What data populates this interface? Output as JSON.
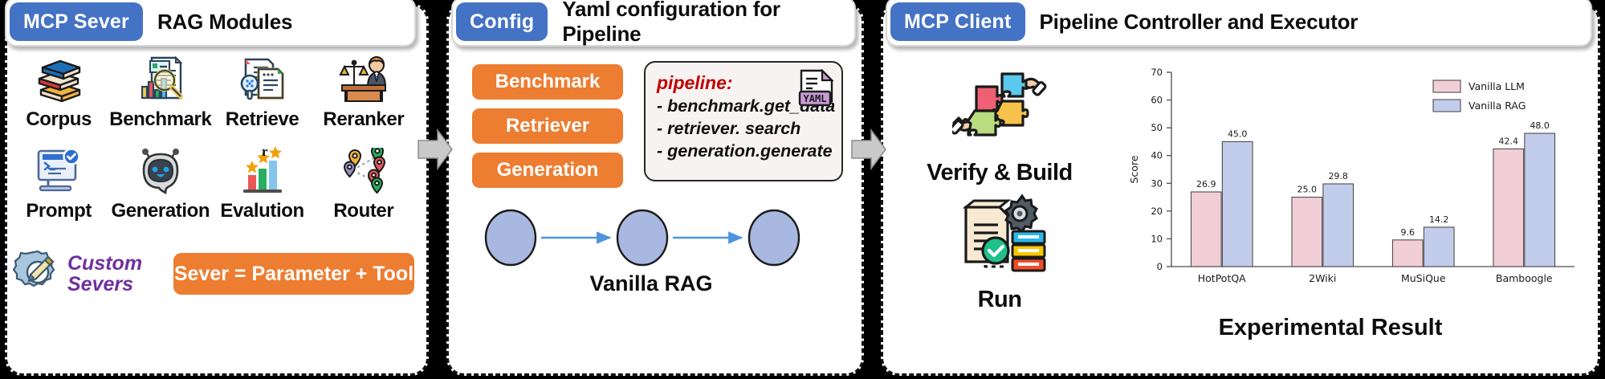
{
  "panels": {
    "server": {
      "badge": "MCP Sever",
      "title": "RAG Modules",
      "modules": [
        {
          "label": "Corpus",
          "icon": "books-icon"
        },
        {
          "label": "Benchmark",
          "icon": "document-magnifier-chart-icon"
        },
        {
          "label": "Retrieve",
          "icon": "documents-search-icon"
        },
        {
          "label": "Reranker",
          "icon": "judge-scales-icon"
        },
        {
          "label": "Prompt",
          "icon": "terminal-screen-check-icon"
        },
        {
          "label": "Generation",
          "icon": "robot-icon"
        },
        {
          "label": "Evalution",
          "icon": "bar-chart-stars-icon"
        },
        {
          "label": "Router",
          "icon": "map-pins-network-icon"
        }
      ],
      "custom_line1": "Custom",
      "custom_line2": "Severs",
      "custom_icon": "gear-pencil-icon",
      "equation": "Sever = Parameter + Tool"
    },
    "config": {
      "badge": "Config",
      "title": "Yaml configuration for Pipeline",
      "chips": [
        "Benchmark",
        "Retriever",
        "Generation"
      ],
      "yaml": {
        "head": "pipeline:",
        "lines": [
          "- benchmark.get_data",
          "- retriever. search",
          "- generation.generate"
        ],
        "file_icon_label": "YAML"
      },
      "flow_caption": "Vanilla RAG",
      "flow_nodes": 3
    },
    "client": {
      "badge": "MCP Client",
      "title": "Pipeline Controller and Executor",
      "steps": [
        {
          "label": "Verify & Build",
          "icon": "puzzle-hands-icon"
        },
        {
          "label": "Run",
          "icon": "document-gear-check-icon"
        }
      ],
      "chart_caption": "Experimental Result"
    }
  },
  "colors": {
    "badge_blue": "#4472C4",
    "chip_orange": "#ED7D31",
    "custom_purple": "#7030A0",
    "yaml_red": "#C00000",
    "bar_llm": "#F2CED7",
    "bar_rag": "#C2CDEB",
    "node_blue": "#A9B8E0",
    "arrow_blue": "#4D94E0",
    "connector_gray": "#C9C9C9"
  },
  "chart_data": {
    "type": "bar",
    "title": "Experimental Result",
    "xlabel": "",
    "ylabel": "Score",
    "ylim": [
      0,
      70
    ],
    "yticks": [
      0,
      10,
      20,
      30,
      40,
      50,
      60,
      70
    ],
    "grid": false,
    "legend_position": "top-right",
    "categories": [
      "HotPotQA",
      "2Wiki",
      "MuSiQue",
      "Bamboogle"
    ],
    "series": [
      {
        "name": "Vanilla LLM",
        "values": [
          26.9,
          25.0,
          9.6,
          42.4
        ],
        "color": "#F2CED7"
      },
      {
        "name": "Vanilla RAG",
        "values": [
          45.0,
          29.8,
          14.2,
          48.0
        ],
        "color": "#C2CDEB"
      }
    ]
  }
}
